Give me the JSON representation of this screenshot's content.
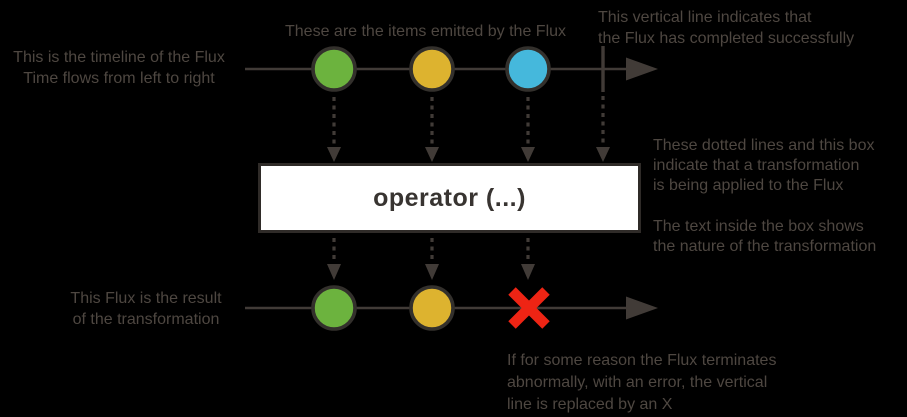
{
  "diagram": {
    "title_hint": "Flux marble diagram legend",
    "annotations": {
      "timeline": "This is the timeline of the Flux\nTime flows from left to right",
      "items": "These are the items emitted by the Flux",
      "completion": "This vertical line indicates that\nthe Flux has completed successfully",
      "transformation": "These dotted lines and this box\nindicate that a transformation\nis being applied to the Flux",
      "box_text": "The text inside the box shows\nthe nature of the transformation",
      "result": "This Flux is the result\nof the transformation",
      "error": "If for some reason the Flux terminates\nabnormally, with an error, the vertical\nline is replaced by an X"
    },
    "operator_box": {
      "label": "operator (...)"
    },
    "timelines": {
      "source_items": [
        "green",
        "yellow",
        "blue"
      ],
      "source_terminal": "complete",
      "result_items": [
        "green",
        "yellow"
      ],
      "result_terminal": "error"
    },
    "colors": {
      "background": "#000000",
      "item_green": "#6cb33e",
      "item_yellow": "#ddb32f",
      "item_blue": "#45b8dc",
      "item_border": "#33302c",
      "error_red": "#ee2414",
      "line_gray": "#413b37",
      "text_gray": "#4e4741",
      "box_fill": "#ffffff",
      "box_border": "#2f2b28",
      "box_text": "#383431"
    }
  }
}
